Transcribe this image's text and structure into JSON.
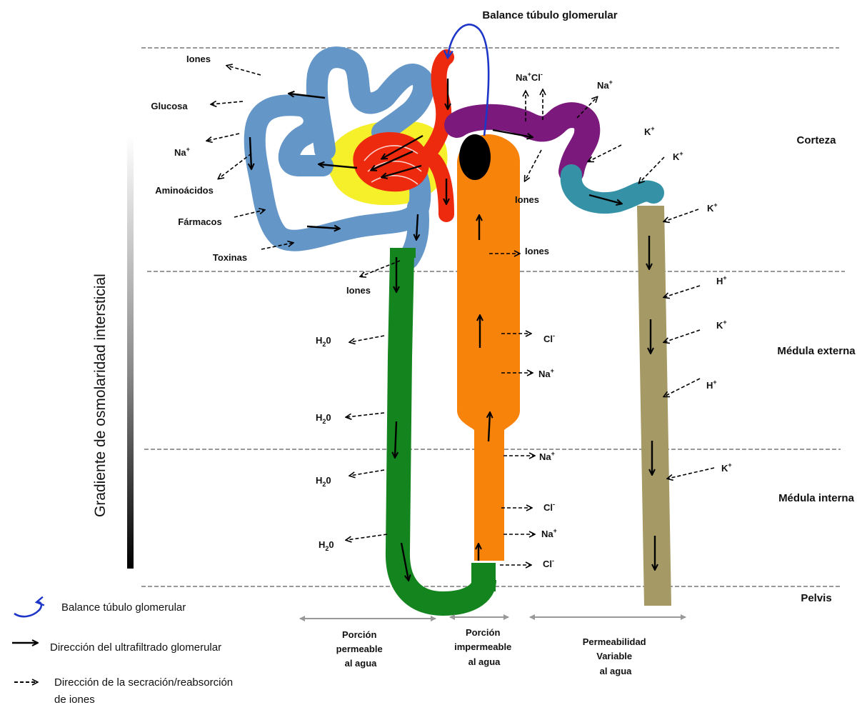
{
  "title": "Balance túbulo glomerular",
  "zones": {
    "corteza": "Corteza",
    "medula_externa": "Médula externa",
    "medula_interna": "Médula interna",
    "pelvis": "Pelvis"
  },
  "gradient_label": "Gradiente de osmolaridad intersticial",
  "proximal_labels": {
    "iones": "Iones",
    "glucosa": "Glucosa",
    "na": "Na",
    "aminoacidos": "Aminoácidos",
    "farmacos": "Fármacos",
    "toxinas": "Toxinas",
    "iones_bottom": "Iones"
  },
  "distal_labels": {
    "na_cl": "Na",
    "cl_sup": "Cl",
    "na_right": "Na",
    "k1": "K",
    "k2": "K",
    "iones": "Iones",
    "k3": "K"
  },
  "ascending_labels": {
    "iones": "Iones",
    "cl1": "Cl",
    "na1": "Na",
    "na2": "Na",
    "cl2": "Cl",
    "na3": "Na",
    "cl3": "Cl"
  },
  "collecting_labels": {
    "h1": "H",
    "k1": "K",
    "h2": "H",
    "k2": "K"
  },
  "water_label": "H",
  "water_sub": "2",
  "water_tail": "0",
  "charges": {
    "plus": "+",
    "minus": "-"
  },
  "bottom_labels": {
    "permeable": [
      "Porción",
      "permeable",
      "al agua"
    ],
    "impermeable": [
      "Porción",
      "impermeable",
      "al agua"
    ],
    "variable": [
      "Permeabilidad",
      "Variable",
      "al agua"
    ]
  },
  "legend": {
    "balance": "Balance túbulo glomerular",
    "direccion": "Dirección del ultrafiltrado glomerular",
    "secrecion_line1": "Dirección de la secración/reabsorción",
    "secrecion_line2": "de iones"
  },
  "colors": {
    "proximal": "#6496c8",
    "glomerulus": "#ee2a0e",
    "capsule": "#f5f02a",
    "descending": "#13841e",
    "ascending": "#f7830b",
    "distal": "#7b1a7c",
    "connecting": "#3592a6",
    "collecting": "#a59a65",
    "macula": "#000000",
    "feedback": "#1d36c8"
  }
}
